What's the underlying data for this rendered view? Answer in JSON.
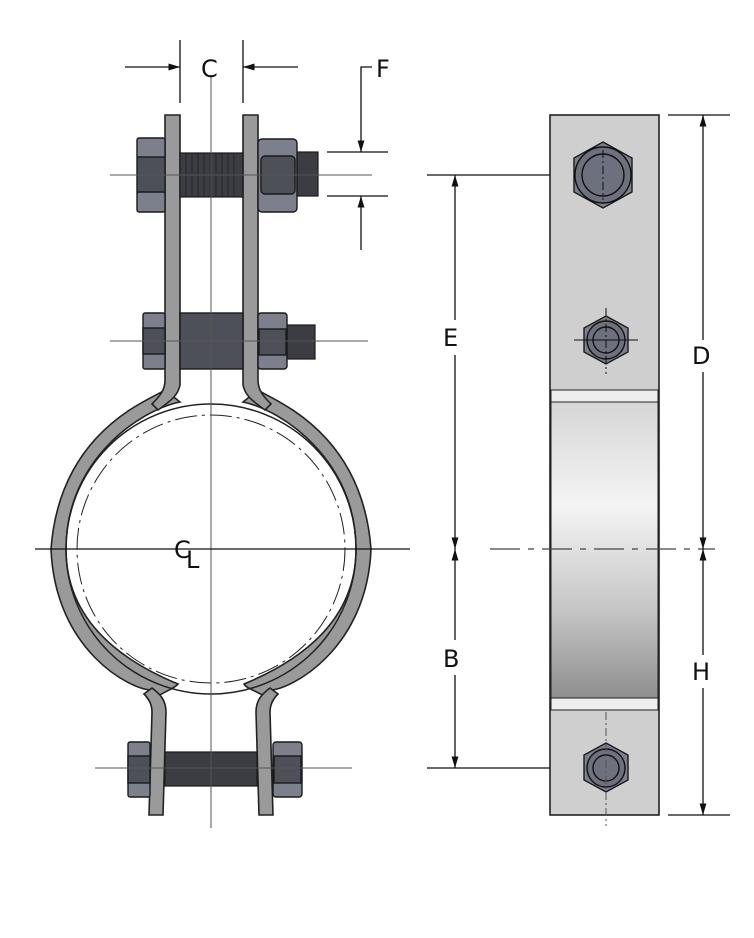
{
  "drawing": {
    "dimension_labels": {
      "c": "C",
      "f": "F",
      "e": "E",
      "d": "D",
      "b": "B",
      "h": "H"
    },
    "centerline_symbol": {
      "c": "C",
      "l": "L"
    },
    "colors": {
      "steel": "#9a9a9a",
      "bolt": "#4e5059",
      "band": "#cfcfcf"
    }
  }
}
